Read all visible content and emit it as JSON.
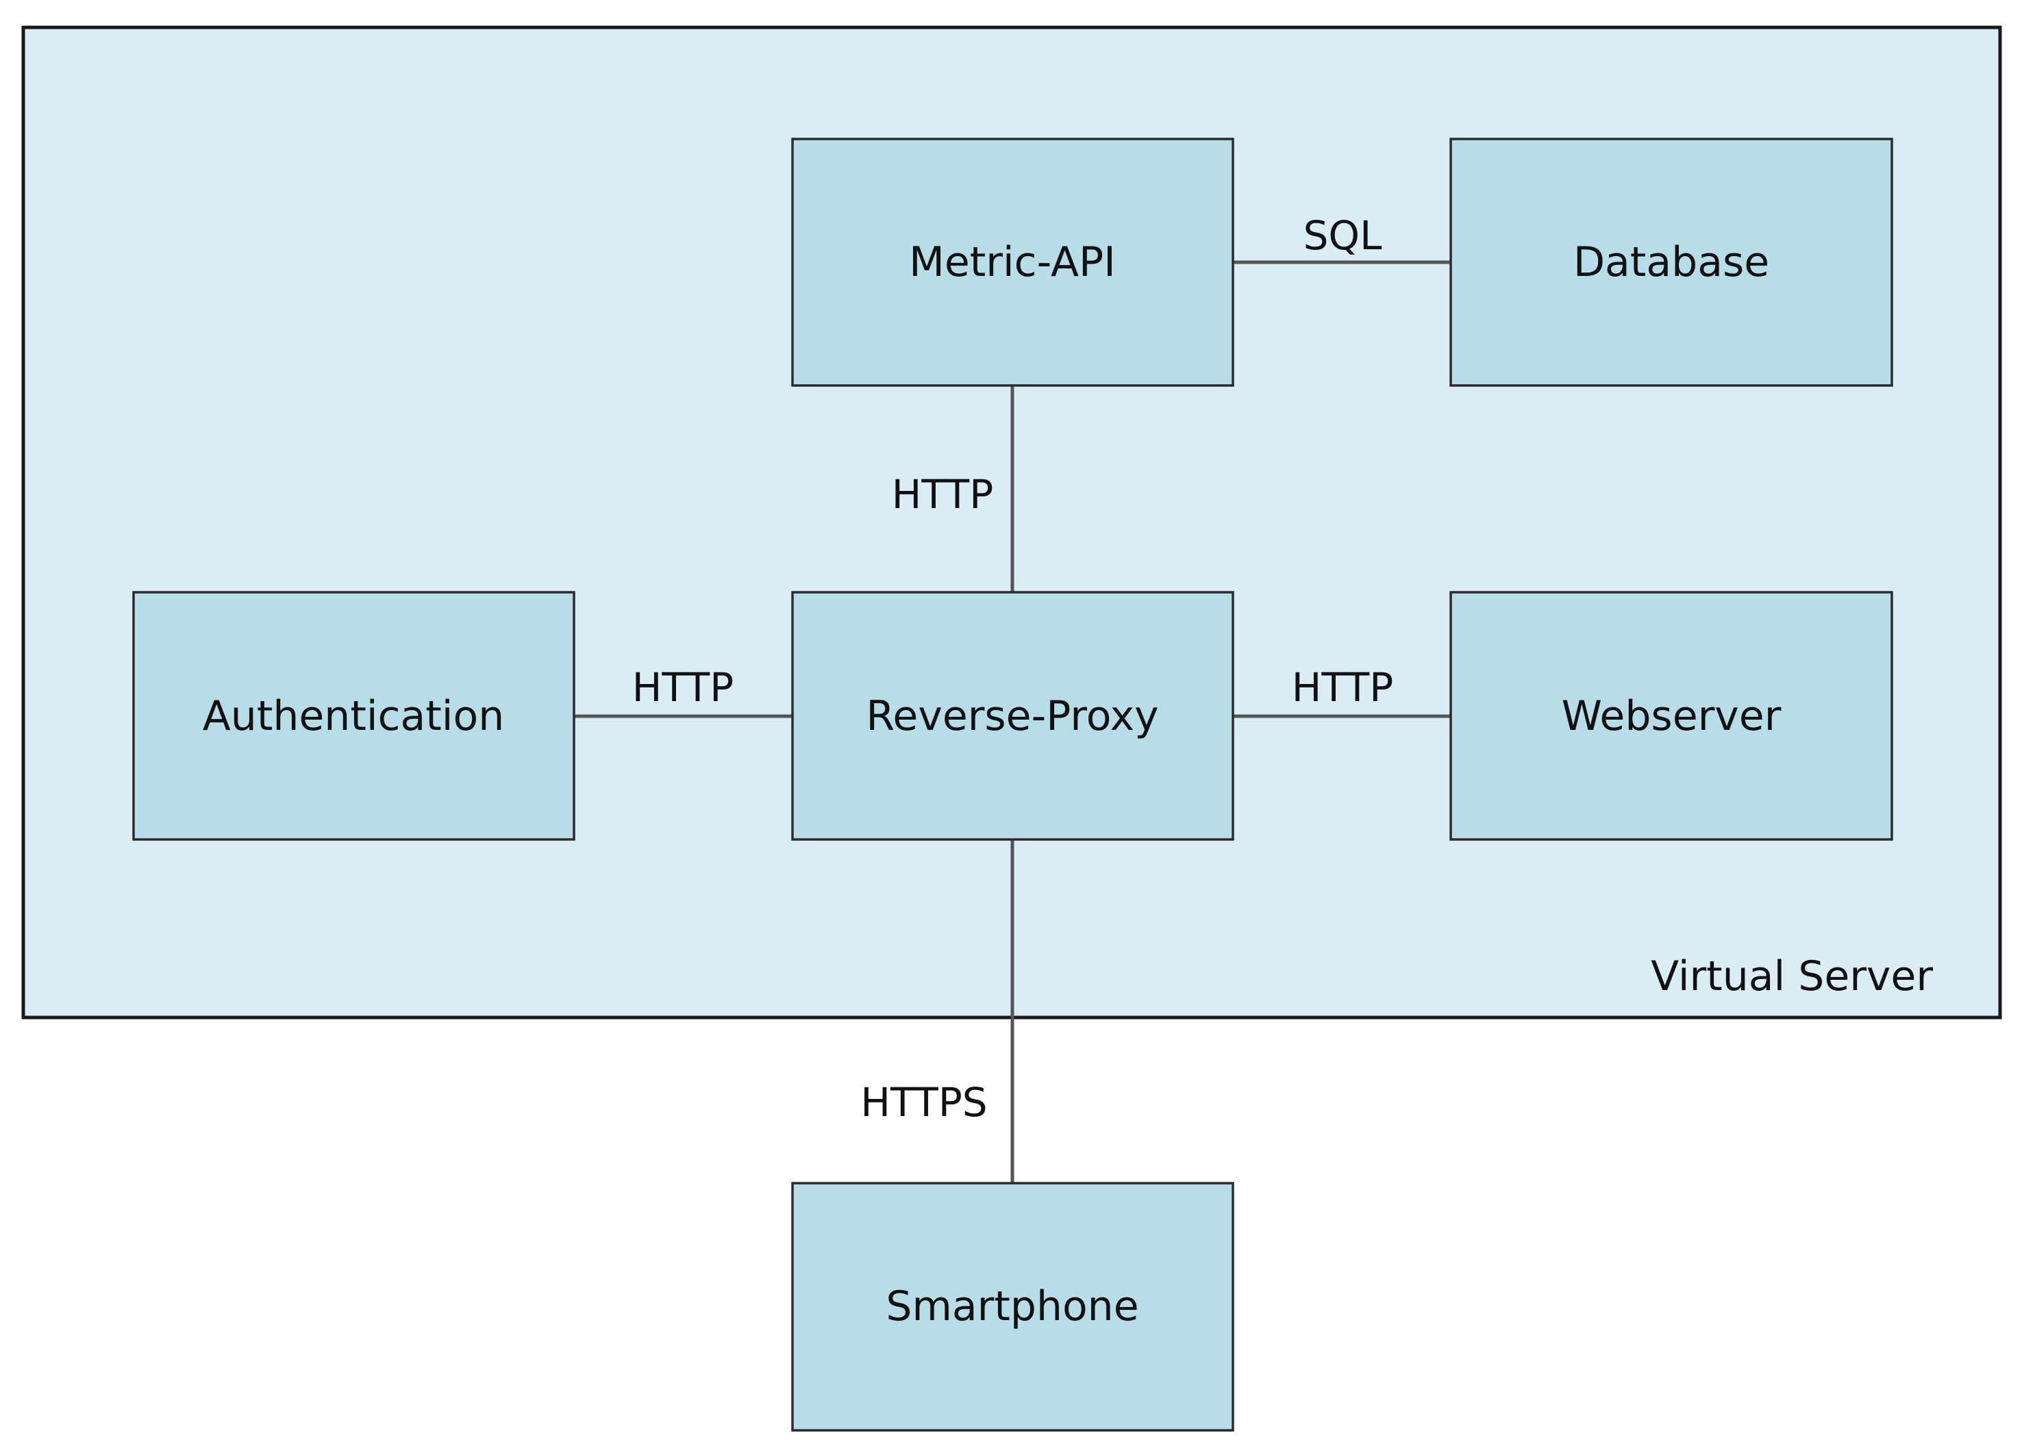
{
  "container": {
    "label": "Virtual Server"
  },
  "nodes": {
    "metric_api": "Metric-API",
    "database": "Database",
    "authentication": "Authentication",
    "reverse_proxy": "Reverse-Proxy",
    "webserver": "Webserver",
    "smartphone": "Smartphone"
  },
  "edges": {
    "metric_api_database": "SQL",
    "reverse_proxy_metric_api": "HTTP",
    "authentication_reverse_proxy": "HTTP",
    "reverse_proxy_webserver": "HTTP",
    "smartphone_reverse_proxy": "HTTPS"
  },
  "colors": {
    "container_fill": "#dbedf4",
    "node_fill": "#b7dde8",
    "border": "#1a1a1a",
    "line": "#555555"
  }
}
